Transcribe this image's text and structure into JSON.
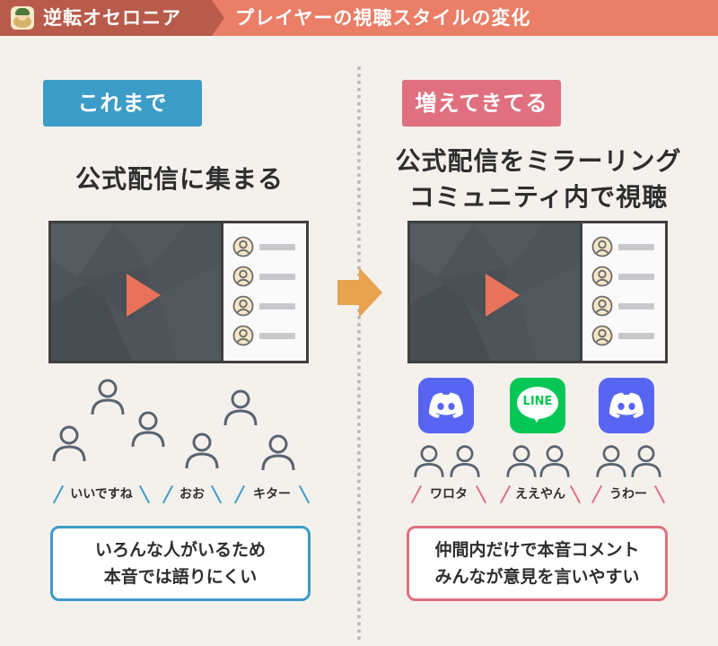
{
  "header": {
    "app_name": "逆転オセロニア",
    "title": "プレイヤーの視聴スタイルの変化"
  },
  "left": {
    "badge": "これまで",
    "heading": "公式配信に集まる",
    "comments": [
      "いいですね",
      "おお",
      "キター"
    ],
    "box_lines": [
      "いろんな人がいるため",
      "本音では語りにくい"
    ]
  },
  "right": {
    "badge": "増えてきてる",
    "heading_lines": [
      "公式配信をミラーリング",
      "コミュニティ内で視聴"
    ],
    "apps": [
      "discord-icon",
      "line-icon",
      "discord-icon"
    ],
    "line_label": "LINE",
    "comments": [
      "ワロタ",
      "ええやん",
      "うわー"
    ],
    "box_lines": [
      "仲間内だけで本音コメント",
      "みんなが意見を言いやすい"
    ]
  },
  "colors": {
    "header": "#ea7e67",
    "header_dark": "#b85b4b",
    "blue": "#3c9cc8",
    "red": "#e0707f",
    "play": "#e8735a",
    "arrow": "#e9a24e",
    "discord": "#5865f2",
    "line": "#06c755"
  }
}
